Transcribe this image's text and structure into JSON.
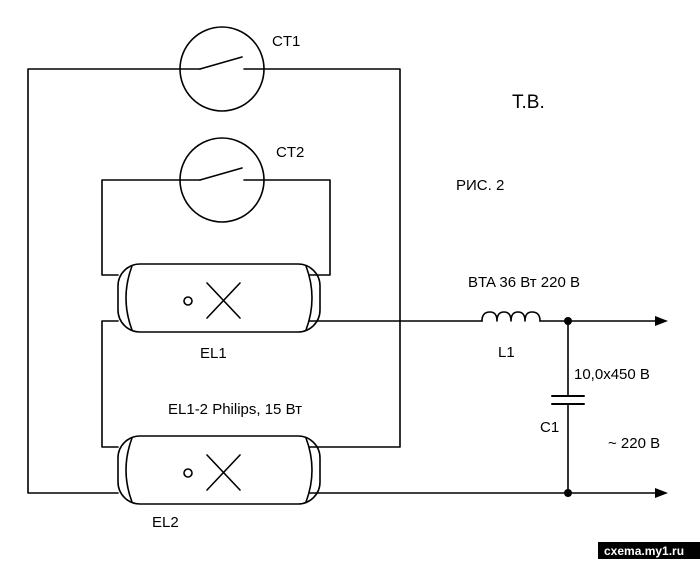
{
  "labels": {
    "author": "Т.В.",
    "figure": "РИС. 2",
    "ct1": "CT1",
    "ct2": "CT2",
    "el1": "EL1",
    "el2": "EL2",
    "lamps_spec": "EL1-2 Philips, 15 Вт",
    "ballast_spec": "BTA 36 Вт 220 В",
    "l1": "L1",
    "c1": "C1",
    "c1_value": "10,0x450 В",
    "mains": "~ 220 В"
  },
  "watermark": "cxema.my1.ru",
  "colors": {
    "line": "#000000",
    "watermark_bg": "#000000",
    "watermark_fg": "#ffffff"
  }
}
